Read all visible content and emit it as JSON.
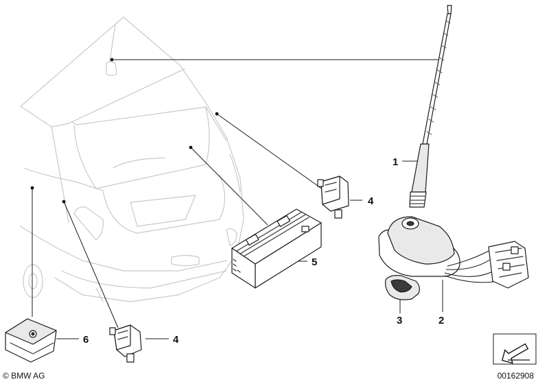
{
  "callouts": {
    "antenna_rod": "1",
    "antenna_base": "2",
    "seal": "3",
    "amplifier_right": "4",
    "amplifier_left": "4",
    "receiver_module": "5",
    "control_unit": "6"
  },
  "footer": {
    "copyright": "© BMW AG",
    "document_number": "00162908"
  }
}
